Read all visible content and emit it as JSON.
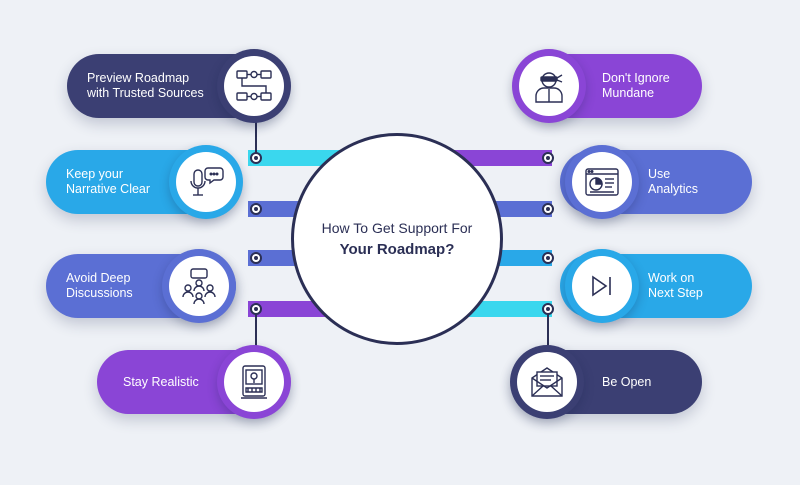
{
  "center": {
    "title_line1": "How To Get Support For",
    "title_line2": "Your Roadmap?"
  },
  "colors": {
    "navy": "#3b3f73",
    "purple": "#8a45d6",
    "blue": "#5b6fd4",
    "sky": "#29a8e8",
    "cyan": "#3ad7ee",
    "connector": "#2b2f55"
  },
  "items": [
    {
      "key": "preview",
      "side": "left",
      "icon": "flowchart-gears-icon",
      "lines": [
        "Preview Roadmap",
        "with Trusted Sources"
      ]
    },
    {
      "key": "narrative",
      "side": "left",
      "icon": "microphone-chat-icon",
      "lines": [
        "Keep your",
        "Narrative Clear"
      ]
    },
    {
      "key": "deep",
      "side": "left",
      "icon": "group-discussion-icon",
      "lines": [
        "Avoid Deep",
        "Discussions"
      ]
    },
    {
      "key": "realistic",
      "side": "left",
      "icon": "kiosk-screen-icon",
      "lines": [
        "Stay Realistic"
      ]
    },
    {
      "key": "mundane",
      "side": "right",
      "icon": "masked-person-icon",
      "lines": [
        "Don't Ignore",
        "Mundane"
      ]
    },
    {
      "key": "analytics",
      "side": "right",
      "icon": "analytics-dashboard-icon",
      "lines": [
        "Use",
        "Analytics"
      ]
    },
    {
      "key": "nextstep",
      "side": "right",
      "icon": "next-step-icon",
      "lines": [
        "Work on",
        "Next Step"
      ]
    },
    {
      "key": "open",
      "side": "right",
      "icon": "open-envelope-icon",
      "lines": [
        "Be Open"
      ]
    }
  ]
}
